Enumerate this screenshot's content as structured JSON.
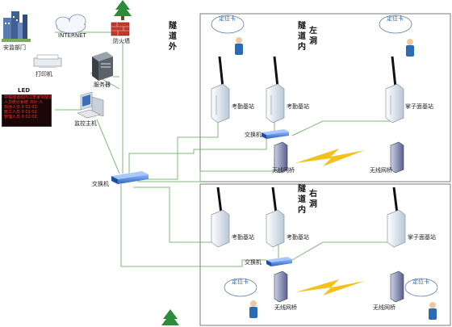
{
  "labels": {
    "gov_dept": "安监部门",
    "internet": "INTERNET",
    "firewall": "防火墙",
    "printer": "打印机",
    "server": "服务器",
    "led": "LED",
    "monitor": "监控主机",
    "switch_main": "交换机",
    "outside": [
      "隧",
      "道",
      "外"
    ],
    "inside_top": [
      "隧",
      "道",
      "内"
    ],
    "left_hole": [
      "左",
      "洞"
    ],
    "inside_bottom": [
      "隧",
      "道",
      "内"
    ],
    "right_hole": [
      "右",
      "洞"
    ],
    "left_base1": "考勤基站",
    "left_base2": "考勤基站",
    "left_face": "掌子面基站",
    "left_switch": "交换机",
    "left_bridge1": "无线网桥",
    "left_bridge2": "无线网桥",
    "right_base1": "考勤基站",
    "right_base2": "考勤基站",
    "right_face": "掌子面基站",
    "right_switch": "交换机",
    "right_bridge1": "无线网桥",
    "right_bridge2": "无线网桥",
    "card": "定位卡"
  },
  "led_screen": {
    "rows": [
      "中铁隧道局内江李家坝隧道",
      "人员统计系统 共计 人",
      "现场人员 0 01 02",
      "施工人员 0 01 02",
      "管理人员 0 01 02"
    ]
  },
  "colors": {
    "line": "#7fb87a",
    "frame": "#7a7a7a",
    "bolt": "#f2c21b",
    "switch": "#4a7fd4",
    "worker": "#2a6bb5"
  }
}
